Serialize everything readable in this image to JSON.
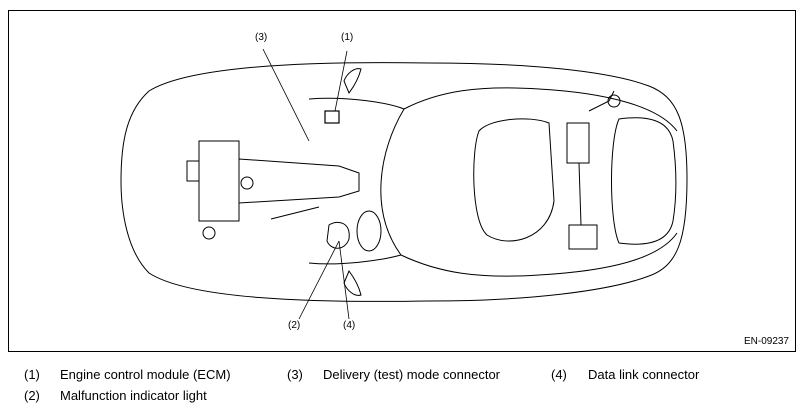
{
  "figure_id": "EN-09237",
  "callouts": {
    "c1": "(1)",
    "c2": "(2)",
    "c3": "(3)",
    "c4": "(4)"
  },
  "legend": [
    {
      "num": "(1)",
      "label": "Engine control module (ECM)"
    },
    {
      "num": "(3)",
      "label": "Delivery (test) mode connector"
    },
    {
      "num": "(4)",
      "label": "Data link connector"
    },
    {
      "num": "(2)",
      "label": "Malfunction indicator light"
    }
  ]
}
